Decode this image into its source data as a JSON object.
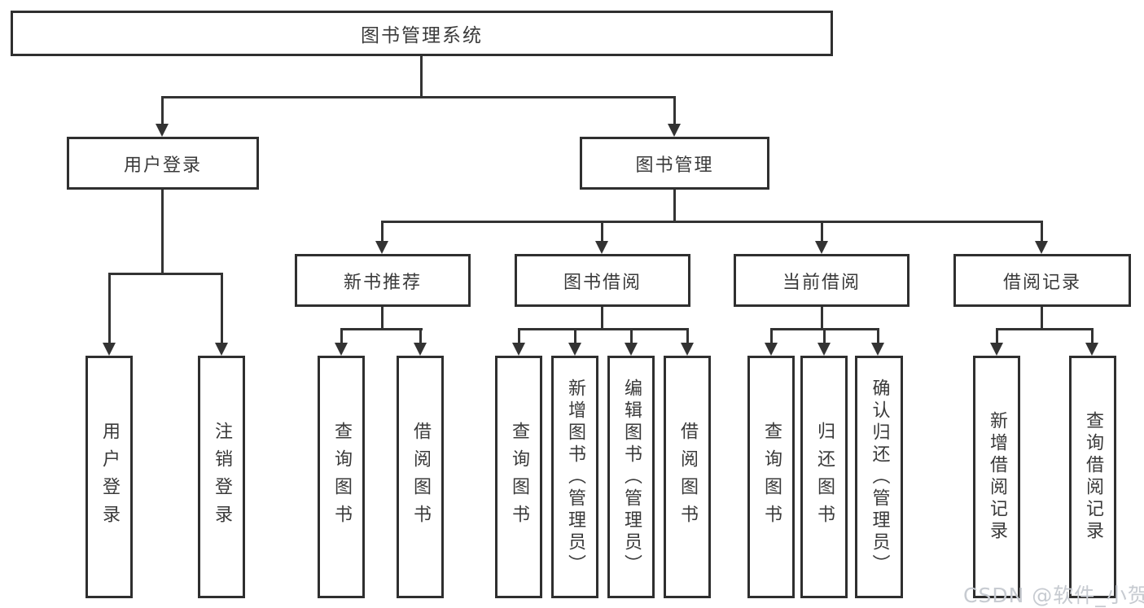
{
  "diagram_title": "图书管理系统",
  "nodes": {
    "root": "图书管理系统",
    "user_login": "用户登录",
    "book_mgmt": "图书管理",
    "new_book_rec": "新书推荐",
    "book_borrow": "图书借阅",
    "current_borrow": "当前借阅",
    "borrow_record": "借阅记录",
    "leaf_user_login": "用户登录",
    "leaf_logout": "注销登录",
    "leaf_query_book_a": "查询图书",
    "leaf_borrow_book_a": "借阅图书",
    "leaf_query_book_b": "查询图书",
    "leaf_add_book": "新增图书（管理员）",
    "leaf_edit_book": "编辑图书（管理员）",
    "leaf_borrow_book_b": "借阅图书",
    "leaf_query_book_c": "查询图书",
    "leaf_return_book": "归还图书",
    "leaf_confirm_return": "确认归还（管理员）",
    "leaf_add_record": "新增借阅记录",
    "leaf_query_record": "查询借阅记录"
  },
  "hierarchy": {
    "图书管理系统": {
      "用户登录": [
        "用户登录",
        "注销登录"
      ],
      "图书管理": {
        "新书推荐": [
          "查询图书",
          "借阅图书"
        ],
        "图书借阅": [
          "查询图书",
          "新增图书（管理员）",
          "编辑图书（管理员）",
          "借阅图书"
        ],
        "当前借阅": [
          "查询图书",
          "归还图书",
          "确认归还（管理员）"
        ],
        "借阅记录": [
          "新增借阅记录",
          "查询借阅记录"
        ]
      }
    }
  },
  "watermark": "CSDN @软件_小贺同学",
  "colors": {
    "line": "#333333",
    "box_border": "#2f2f2f",
    "box_background": "#ffffff",
    "text": "#3a3a3a",
    "watermark": "#c7cbd1"
  }
}
